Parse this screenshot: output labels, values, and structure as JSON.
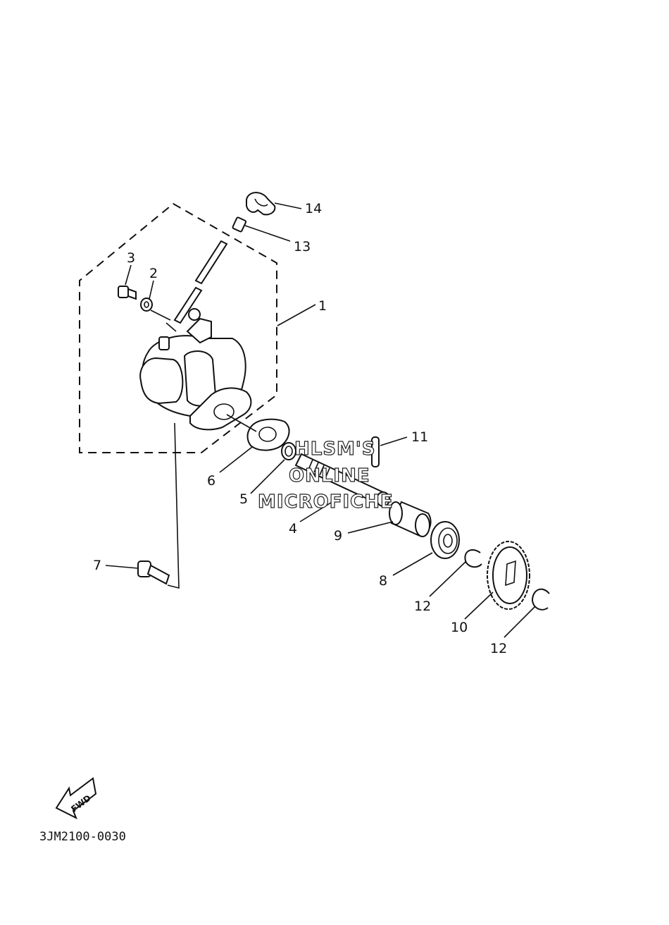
{
  "diagram": {
    "labels": {
      "p1": "1",
      "p2": "2",
      "p3": "3",
      "p4": "4",
      "p5": "5",
      "p6": "6",
      "p7": "7",
      "p8": "8",
      "p9": "9",
      "p10": "10",
      "p11": "11",
      "p12a": "12",
      "p12b": "12",
      "p13": "13",
      "p14": "14"
    },
    "fwd": "FWD",
    "code": "3JM2100-0030"
  },
  "watermark": {
    "line1": "HLSM'S",
    "line2": "ONLINE",
    "line3": "MICROFICHE"
  }
}
